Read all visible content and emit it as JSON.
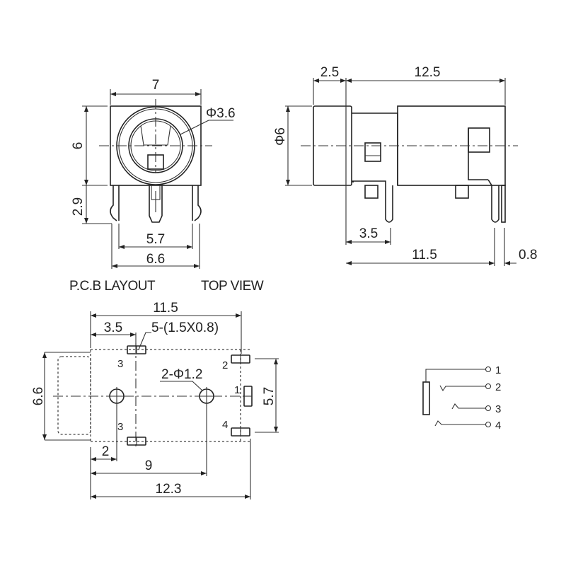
{
  "front_view": {
    "width_dim": "7",
    "height_dim": "6",
    "pin_length_dim": "2.9",
    "bore_dim": "Φ3.6",
    "pin_inner_dim": "5.7",
    "pin_outer_dim": "6.6"
  },
  "side_view": {
    "flange_dim": "2.5",
    "body_length_dim": "12.5",
    "diameter_dim": "Φ6",
    "pin_offset_dim": "3.5",
    "pin_span_dim": "11.5",
    "pin_thickness_dim": "0.8"
  },
  "labels": {
    "pcb_layout": "P.C.B LAYOUT",
    "top_view": "TOP VIEW"
  },
  "pcb_view": {
    "overall_width_dim": "11.5",
    "pad_offset_dim": "3.5",
    "pad_spec": "5-(1.5X0.8)",
    "hole_spec": "2-Φ1.2",
    "height_dim": "6.6",
    "pad_span_dim": "5.7",
    "hole_offset_dim": "2",
    "hole_span_dim": "9",
    "total_length_dim": "12.3",
    "pad_numbers": [
      "3",
      "2",
      "1",
      "3",
      "4"
    ]
  },
  "schematic": {
    "pins": [
      "1",
      "2",
      "3",
      "4"
    ]
  }
}
